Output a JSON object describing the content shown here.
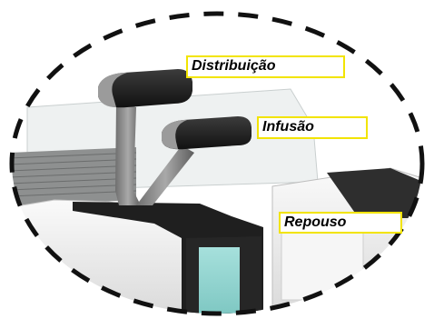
{
  "labels": {
    "distribuicao": "Distribuição",
    "infusao": "Infusão",
    "repouso": "Repouso"
  },
  "colors": {
    "callout_border": "#f2e400",
    "ellipse_dash": "#111111",
    "machine_white": "#f3f3f3",
    "lever_dark": "#2b2b2b",
    "lever_grey": "#8c8c8c",
    "display_teal": "#8fd3cf"
  }
}
